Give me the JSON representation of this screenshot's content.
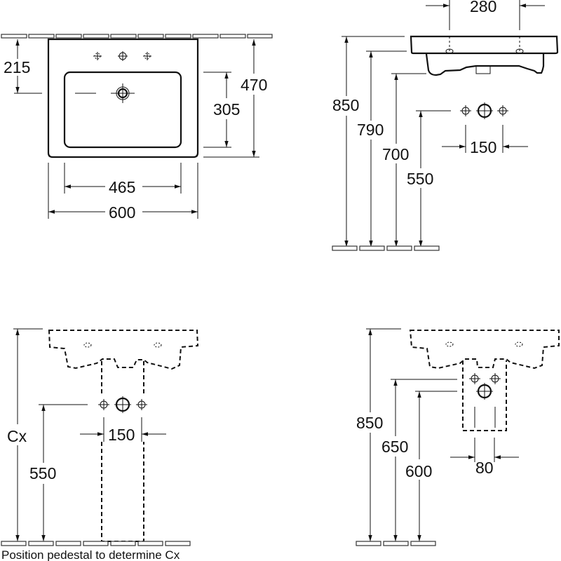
{
  "top_view": {
    "dims": {
      "edge_to_drain": "215",
      "depth": "470",
      "bowl_depth": "305",
      "bowl_width": "465",
      "width": "600"
    }
  },
  "side_view": {
    "dims": {
      "overflow_spacing": "280",
      "height_top": "850",
      "height_rim": "790",
      "height_bottom": "700",
      "supply_height": "550",
      "supply_spacing": "150"
    }
  },
  "pedestal_view": {
    "dims": {
      "cx": "Cx",
      "supply_height": "550",
      "supply_spacing": "150"
    },
    "note": "Position pedestal to determine Cx"
  },
  "semi_pedestal_view": {
    "dims": {
      "height_top": "850",
      "supply_height": "650",
      "waste_height": "600",
      "waste_spacing": "80"
    }
  },
  "colors": {
    "line": "#111111",
    "background": "#ffffff"
  }
}
